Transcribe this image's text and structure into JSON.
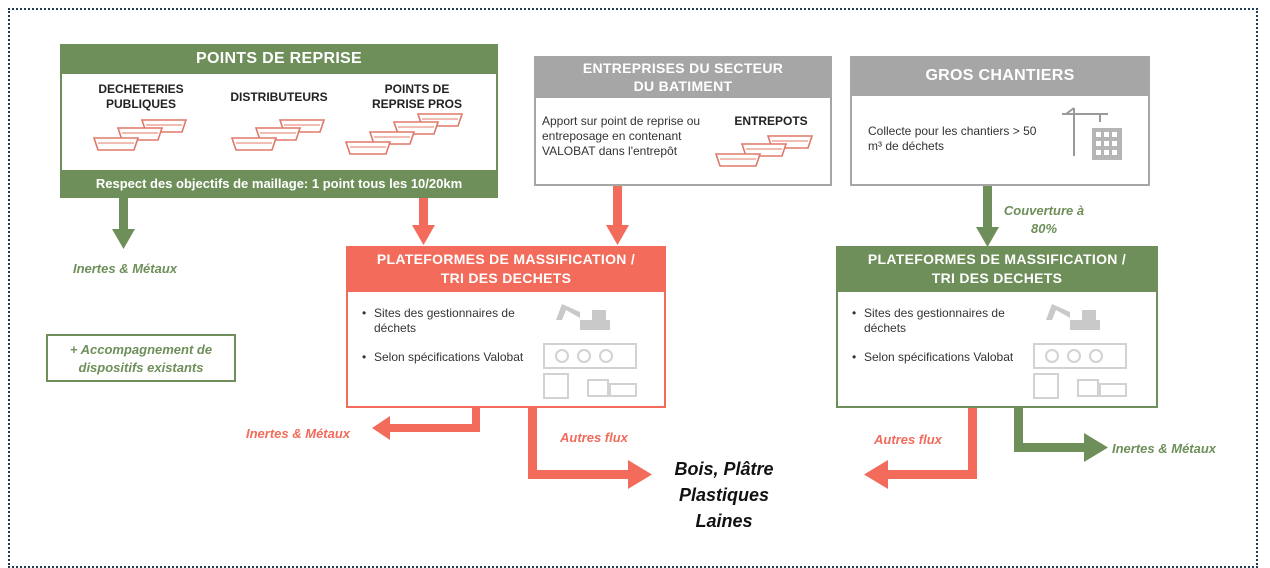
{
  "points_reprise": {
    "title": "POINTS DE REPRISE",
    "categories": [
      "DECHETERIES PUBLIQUES",
      "DISTRIBUTEURS",
      "POINTS DE REPRISE PROS"
    ],
    "footer": "Respect des objectifs de maillage: 1 point tous les 10/20km"
  },
  "entreprises": {
    "title": "ENTREPRISES DU SECTEUR DU BATIMENT",
    "text": "Apport sur point de reprise ou entreposage en contenant VALOBAT dans l'entrepôt",
    "entrepots_label": "ENTREPOTS"
  },
  "gros_chantiers": {
    "title": "GROS CHANTIERS",
    "text": "Collecte pour les chantiers > 50 m³ de déchets"
  },
  "plateforme_left": {
    "title": "PLATEFORMES DE MASSIFICATION / TRI DES DECHETS",
    "bullets": [
      "Sites des gestionnaires de déchets",
      "Selon spécifications Valobat"
    ]
  },
  "plateforme_right": {
    "title": "PLATEFORMES DE MASSIFICATION / TRI DES DECHETS",
    "bullets": [
      "Sites des gestionnaires de déchets",
      "Selon spécifications Valobat"
    ]
  },
  "labels": {
    "inertes_metaux_left": "Inertes & Métaux",
    "accompagnement": "+ Accompagnement de dispositifs existants",
    "couverture": "Couverture à 80%",
    "inertes_metaux_mid": "Inertes & Métaux",
    "autres_flux_mid": "Autres flux",
    "autres_flux_right": "Autres flux",
    "inertes_metaux_right": "Inertes & Métaux",
    "outputs": [
      "Bois, Plâtre",
      "Plastiques",
      "Laines"
    ]
  },
  "colors": {
    "green": "#6e8f59",
    "red": "#f26b5b",
    "gray": "#a6a6a6",
    "border": "#1f3b57"
  },
  "icons": [
    "skip-container-icon",
    "crane-building-icon",
    "excavator-icon",
    "sorting-plant-icon"
  ]
}
